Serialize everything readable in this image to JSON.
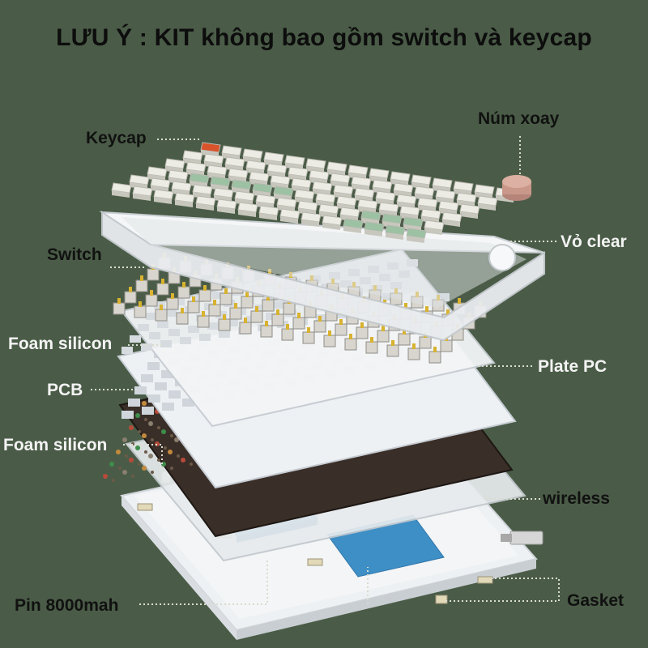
{
  "title": "LƯU Ý : KIT không bao gồm switch và keycap",
  "labels": {
    "keycap": "Keycap",
    "num_xoay": "Núm xoay",
    "vo_clear": "Vỏ clear",
    "switch": "Switch",
    "foam_silicon_top": "Foam silicon",
    "plate_pc": "Plate PC",
    "pcb": "PCB",
    "foam_silicon_bottom": "Foam silicon",
    "wireless": "wireless",
    "pin": "Pin 8000mah",
    "gasket": "Gasket"
  },
  "colors": {
    "background": "#4a5c47",
    "label_dark": "#111111",
    "label_light": "#f3f3f3",
    "leader_line": "#d9dccf",
    "keycap_white": "#ecebe4",
    "keycap_green": "#9cc1a3",
    "keycap_orange": "#d9542b",
    "knob": "#c9988a",
    "clear_case": "#e9ecef",
    "pcb": "#3a2e28",
    "battery": "#3f8fc7",
    "switch_stem": "#d8b230"
  },
  "icons": [
    "knob-icon",
    "wireless-receiver-icon"
  ]
}
